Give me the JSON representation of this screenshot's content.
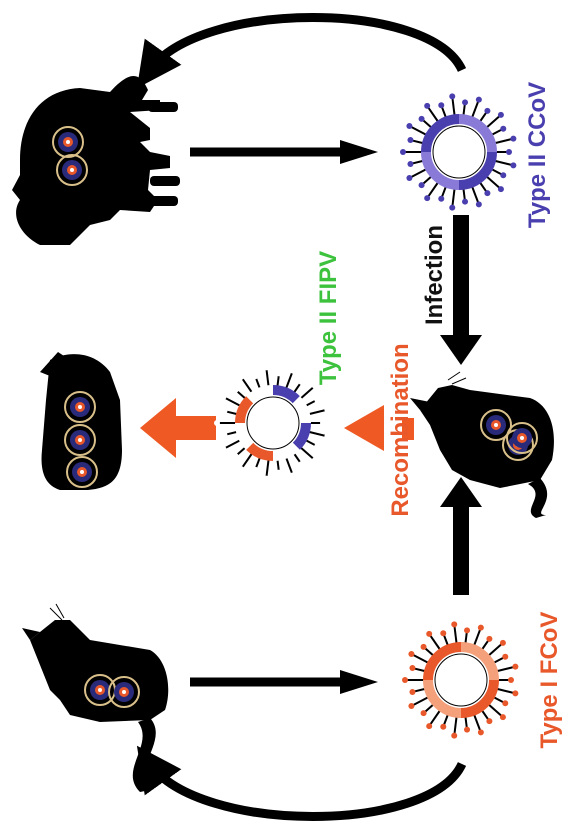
{
  "labels": {
    "type2_ccov": "Type II CCoV",
    "type2_fipv": "Type II FIPV",
    "type1_fcov": "Type I FCoV",
    "infection": "Infection",
    "recombination": "Recombination"
  },
  "colors": {
    "ccov": "#4a3fae",
    "fipv": "#3cc23c",
    "fcov": "#e8582a",
    "recombination": "#e8582a",
    "infection": "#111111",
    "arrow_black": "#000000",
    "arrow_orange": "#ef5a24",
    "animal": "#000000"
  },
  "icons": [
    "dog-icon",
    "sitting-cat-icon",
    "infected-cat-icon",
    "sick-cat-icon",
    "ccov-virus-icon",
    "fcov-virus-icon",
    "fipv-virus-icon"
  ]
}
